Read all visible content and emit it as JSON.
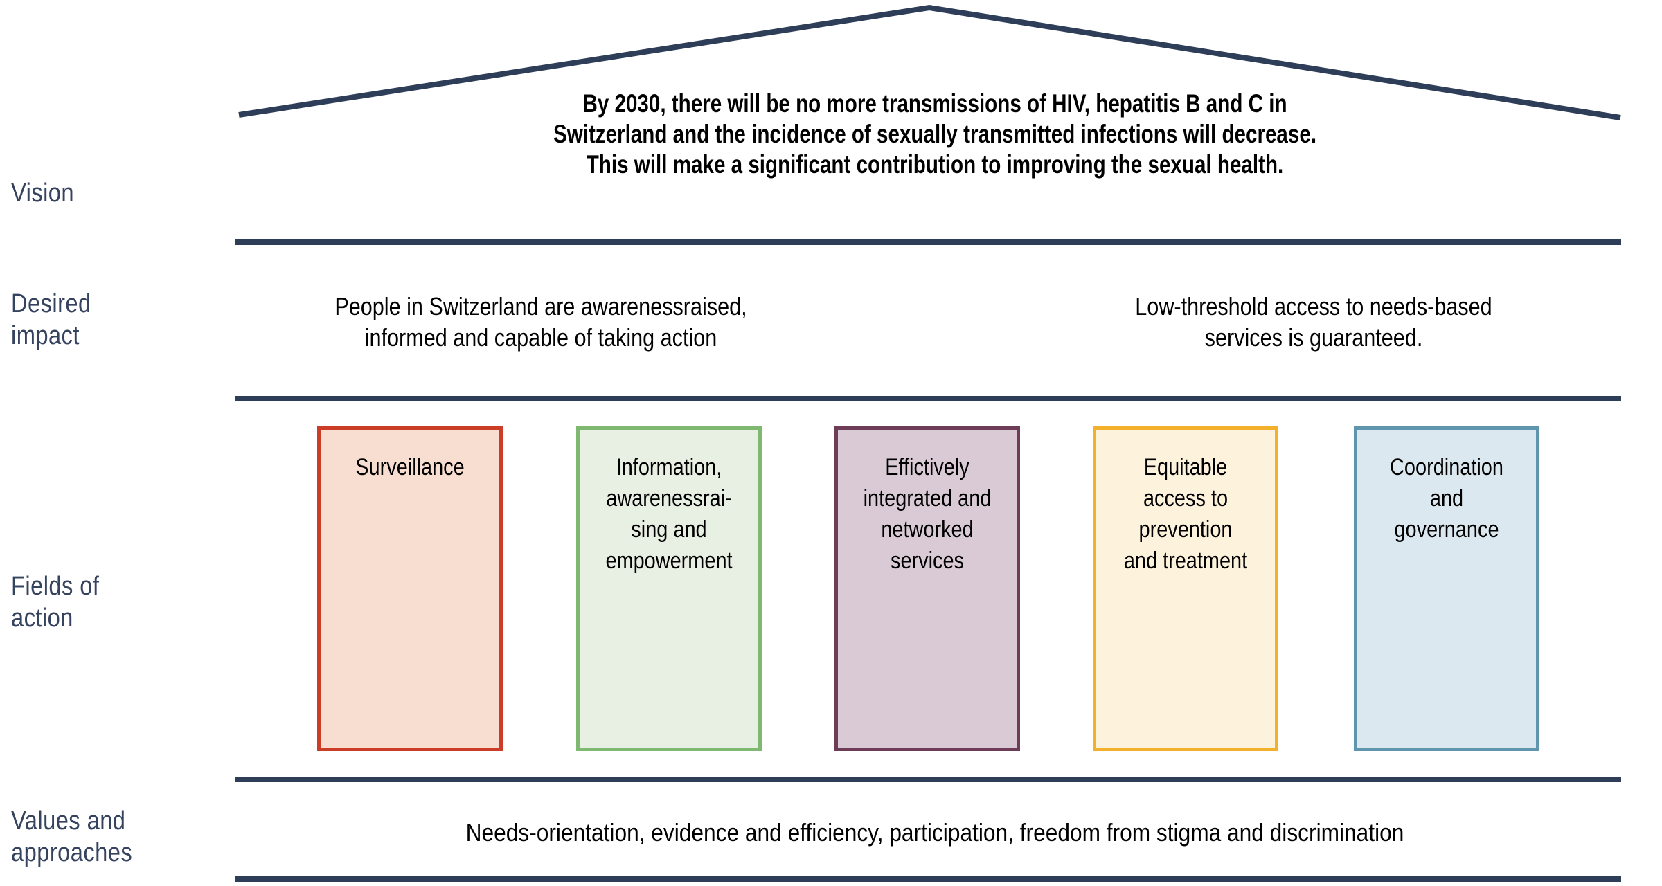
{
  "colors": {
    "line": "#2e3e58",
    "label": "#36435f",
    "text": "#000000"
  },
  "rows": {
    "vision": {
      "label": "Vision",
      "text_lines": [
        "By 2030, there will be no more transmissions of HIV, hepatitis B and C in",
        "Switzerland and the incidence of sexually transmitted infections will decrease.",
        "This will make a significant contribution to improving the sexual health."
      ]
    },
    "desired_impact": {
      "label_lines": [
        "Desired",
        "impact"
      ],
      "left_lines": [
        "People in Switzerland are awarenessraised,",
        "informed and capable of taking action"
      ],
      "right_lines": [
        "Low-threshold access to needs-based",
        "services is guaranteed."
      ]
    },
    "fields_of_action": {
      "label_lines": [
        "Fields of",
        "action"
      ],
      "boxes": [
        {
          "label_lines": [
            "Surveillance"
          ],
          "border_color": "#cb3d27",
          "fill_color": "#f8ddd1"
        },
        {
          "label_lines": [
            "Information,",
            "awarenessrai-",
            "sing and",
            "empowerment"
          ],
          "border_color": "#7eb871",
          "fill_color": "#e8efe3"
        },
        {
          "label_lines": [
            "Effictively",
            "integrated and",
            "networked",
            "services"
          ],
          "border_color": "#6d3c57",
          "fill_color": "#d9cad5"
        },
        {
          "label_lines": [
            "Equitable",
            "access to",
            "prevention",
            "and treatment"
          ],
          "border_color": "#f2b02c",
          "fill_color": "#fdf3dd"
        },
        {
          "label_lines": [
            "Coordination",
            "and",
            "governance"
          ],
          "border_color": "#6095ae",
          "fill_color": "#dce8ef"
        }
      ]
    },
    "values_approaches": {
      "label_lines": [
        "Values and",
        "approaches"
      ],
      "text": "Needs-orientation, evidence and efficiency, participation, freedom from stigma and discrimination"
    }
  }
}
